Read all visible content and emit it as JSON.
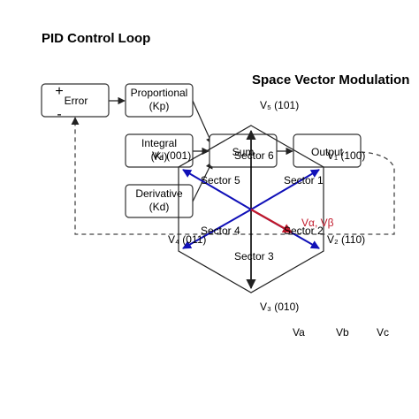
{
  "pid": {
    "title": "PID Control Loop",
    "plus_sign": "+",
    "minus_sign": "-",
    "blocks": {
      "error": "Error",
      "proportional": [
        "Proportional",
        "(Kp)"
      ],
      "integral": [
        "Integral",
        "(Ki)"
      ],
      "derivative": [
        "Derivative",
        "(Kd)"
      ],
      "sum": "Sum",
      "output": "Output"
    }
  },
  "svm": {
    "title": "Space Vector Modulation",
    "vectors": {
      "v101": "V₅ (101)",
      "v100": "V₁ (100)",
      "v110": "V₂ (110)",
      "v010": "V₃ (010)",
      "v011": "V₄ (011)",
      "v001": "V₆ (001)"
    },
    "sectors": {
      "s1": "Sector 1",
      "s2": "Sector 2",
      "s3": "Sector 3",
      "s4": "Sector 4",
      "s5": "Sector 5",
      "s6": "Sector 6"
    },
    "reference_vector": "Vα, Vβ",
    "phases": [
      "Va",
      "Vb",
      "Vc"
    ]
  },
  "colors": {
    "box_stroke": "#333333",
    "arrow": "#222222",
    "vector_blue": "#1010b8",
    "reference_red": "#c0182a",
    "hexagon": "#222222"
  }
}
